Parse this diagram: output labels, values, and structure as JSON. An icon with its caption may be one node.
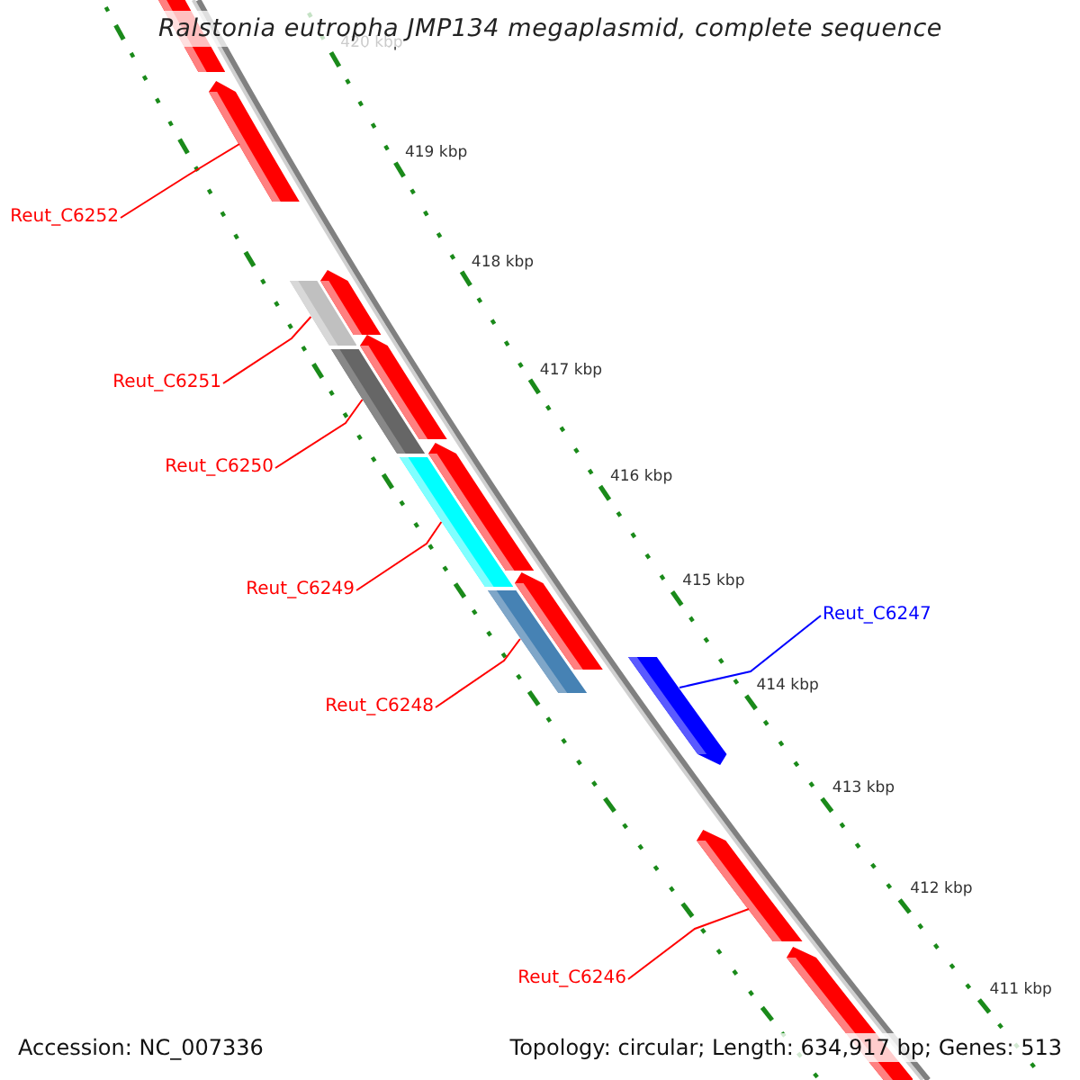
{
  "diagram": {
    "title": "Ralstonia eutropha JMP134 megaplasmid, complete sequence",
    "nodes": [
      {
        "text": [],
        "shape": "bar"
      },
      {
        "text": [],
        "shape": "bar"
      },
      {
        "text": [
          "Reut_C6252"
        ]
      },
      {
        "text": [],
        "shape": "bar"
      },
      {
        "text": [],
        "shape": "bar"
      },
      {
        "text": [
          "Reut_C6251"
        ]
      },
      {
        "text": [],
        "shape": "bar"
      },
      {
        "text": [],
        "shape": "bar"
      },
      {
        "text": [
          "Reut_C6250"
        ]
      },
      {
        "text": [],
        "shape": "bar"
      },
      {
        "text": [],
        "shape": "bar"
      },
      {
        "text": [
          "Reut_C6249"
        ]
      },
      {
        "text": [],
        "shape": "bar"
      },
      {
        "text": [],
        "shape": "bar"
      },
      {
        "text": [
          "Reut_C6248"
        ]
      },
      {
        "text": [
          "Reut_C6247"
        ]
      },
      {
        "text": [],
        "shape": "bar"
      },
      {
        "text": [],
        "shape": "bar"
      },
      {
        "text": [
          "Reut_C6246"
        ]
      },
      {
        "text": [],
        "shape": "bar"
      }
    ],
    "edges": [
      {
        "from": 2,
        "to": 1,
        "arrow": "none"
      },
      {
        "from": 5,
        "to": 4,
        "arrow": "none"
      },
      {
        "from": 8,
        "to": 7,
        "arrow": "none"
      },
      {
        "from": 11,
        "to": 10,
        "arrow": "none"
      },
      {
        "from": 14,
        "to": 13,
        "arrow": "none"
      },
      {
        "from": 15,
        "to": 16,
        "arrow": "none",
        "color": "#0000ff"
      },
      {
        "from": 18,
        "to": 17,
        "arrow": "none"
      }
    ],
    "labels": [
      "420 kbp",
      "419 kbp",
      "418 kbp",
      "417 kbp",
      "416 kbp",
      "415 kbp",
      "414 kbp",
      "413 kbp",
      "412 kbp",
      "411 kbp",
      "Accession: NC_007336",
      "Topology: circular; Length: 634,917 bp; Genes: 513"
    ]
  }
}
